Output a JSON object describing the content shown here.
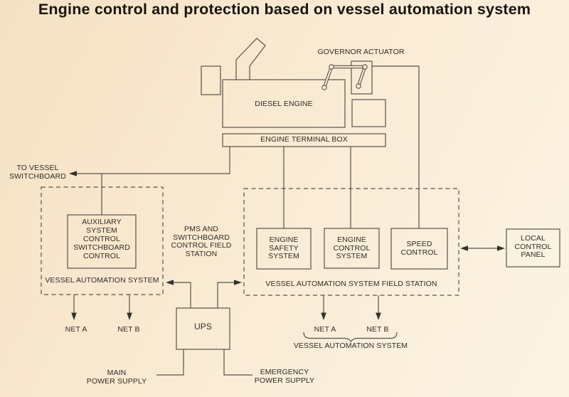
{
  "title": "Engine control and protection based on vessel automation system",
  "colors": {
    "background_start": "#f5e2c3",
    "background_mid": "#f9ead2",
    "background_end": "#fdf4e6",
    "line_color": "#57534b",
    "text_color": "#2e2c26",
    "arrow_color": "#34322d",
    "rod_fill": "#f9ead3",
    "title_color": "#171511"
  },
  "engine_area": {
    "governor_actuator": "GOVERNOR ACTUATOR",
    "diesel_engine": "DIESEL ENGINE",
    "engine_terminal_box": "ENGINE TERMINAL BOX"
  },
  "left_section": {
    "to_vessel_switchboard": "TO VESSEL\nSWITCHBOARD",
    "auxiliary_control": "AUXILIARY\nSYSTEM\nCONTROL\nSWITCHBOARD\nCONTROL",
    "vessel_automation_system": "VESSEL AUTOMATION SYSTEM",
    "net_a": "NET A",
    "net_b": "NET B"
  },
  "middle_section": {
    "pms_station": "PMS AND\nSWITCHBOARD\nCONTROL FIELD\nSTATION",
    "ups": "UPS",
    "main_power_supply": "MAIN\nPOWER SUPPLY",
    "emergency_power_supply": "EMERGENCY\nPOWER SUPPLY"
  },
  "field_station_section": {
    "engine_safety_system": "ENGINE\nSAFETY\nSYSTEM",
    "engine_control_system": "ENGINE\nCONTROL\nSYSTEM",
    "speed_control": "SPEED\nCONTROL",
    "field_station_label": "VESSEL AUTOMATION SYSTEM FIELD STATION",
    "net_a": "NET A",
    "net_b": "NET B",
    "vessel_automation_system": "VESSEL AUTOMATION SYSTEM"
  },
  "right_section": {
    "local_control_panel": "LOCAL\nCONTROL\nPANEL"
  }
}
